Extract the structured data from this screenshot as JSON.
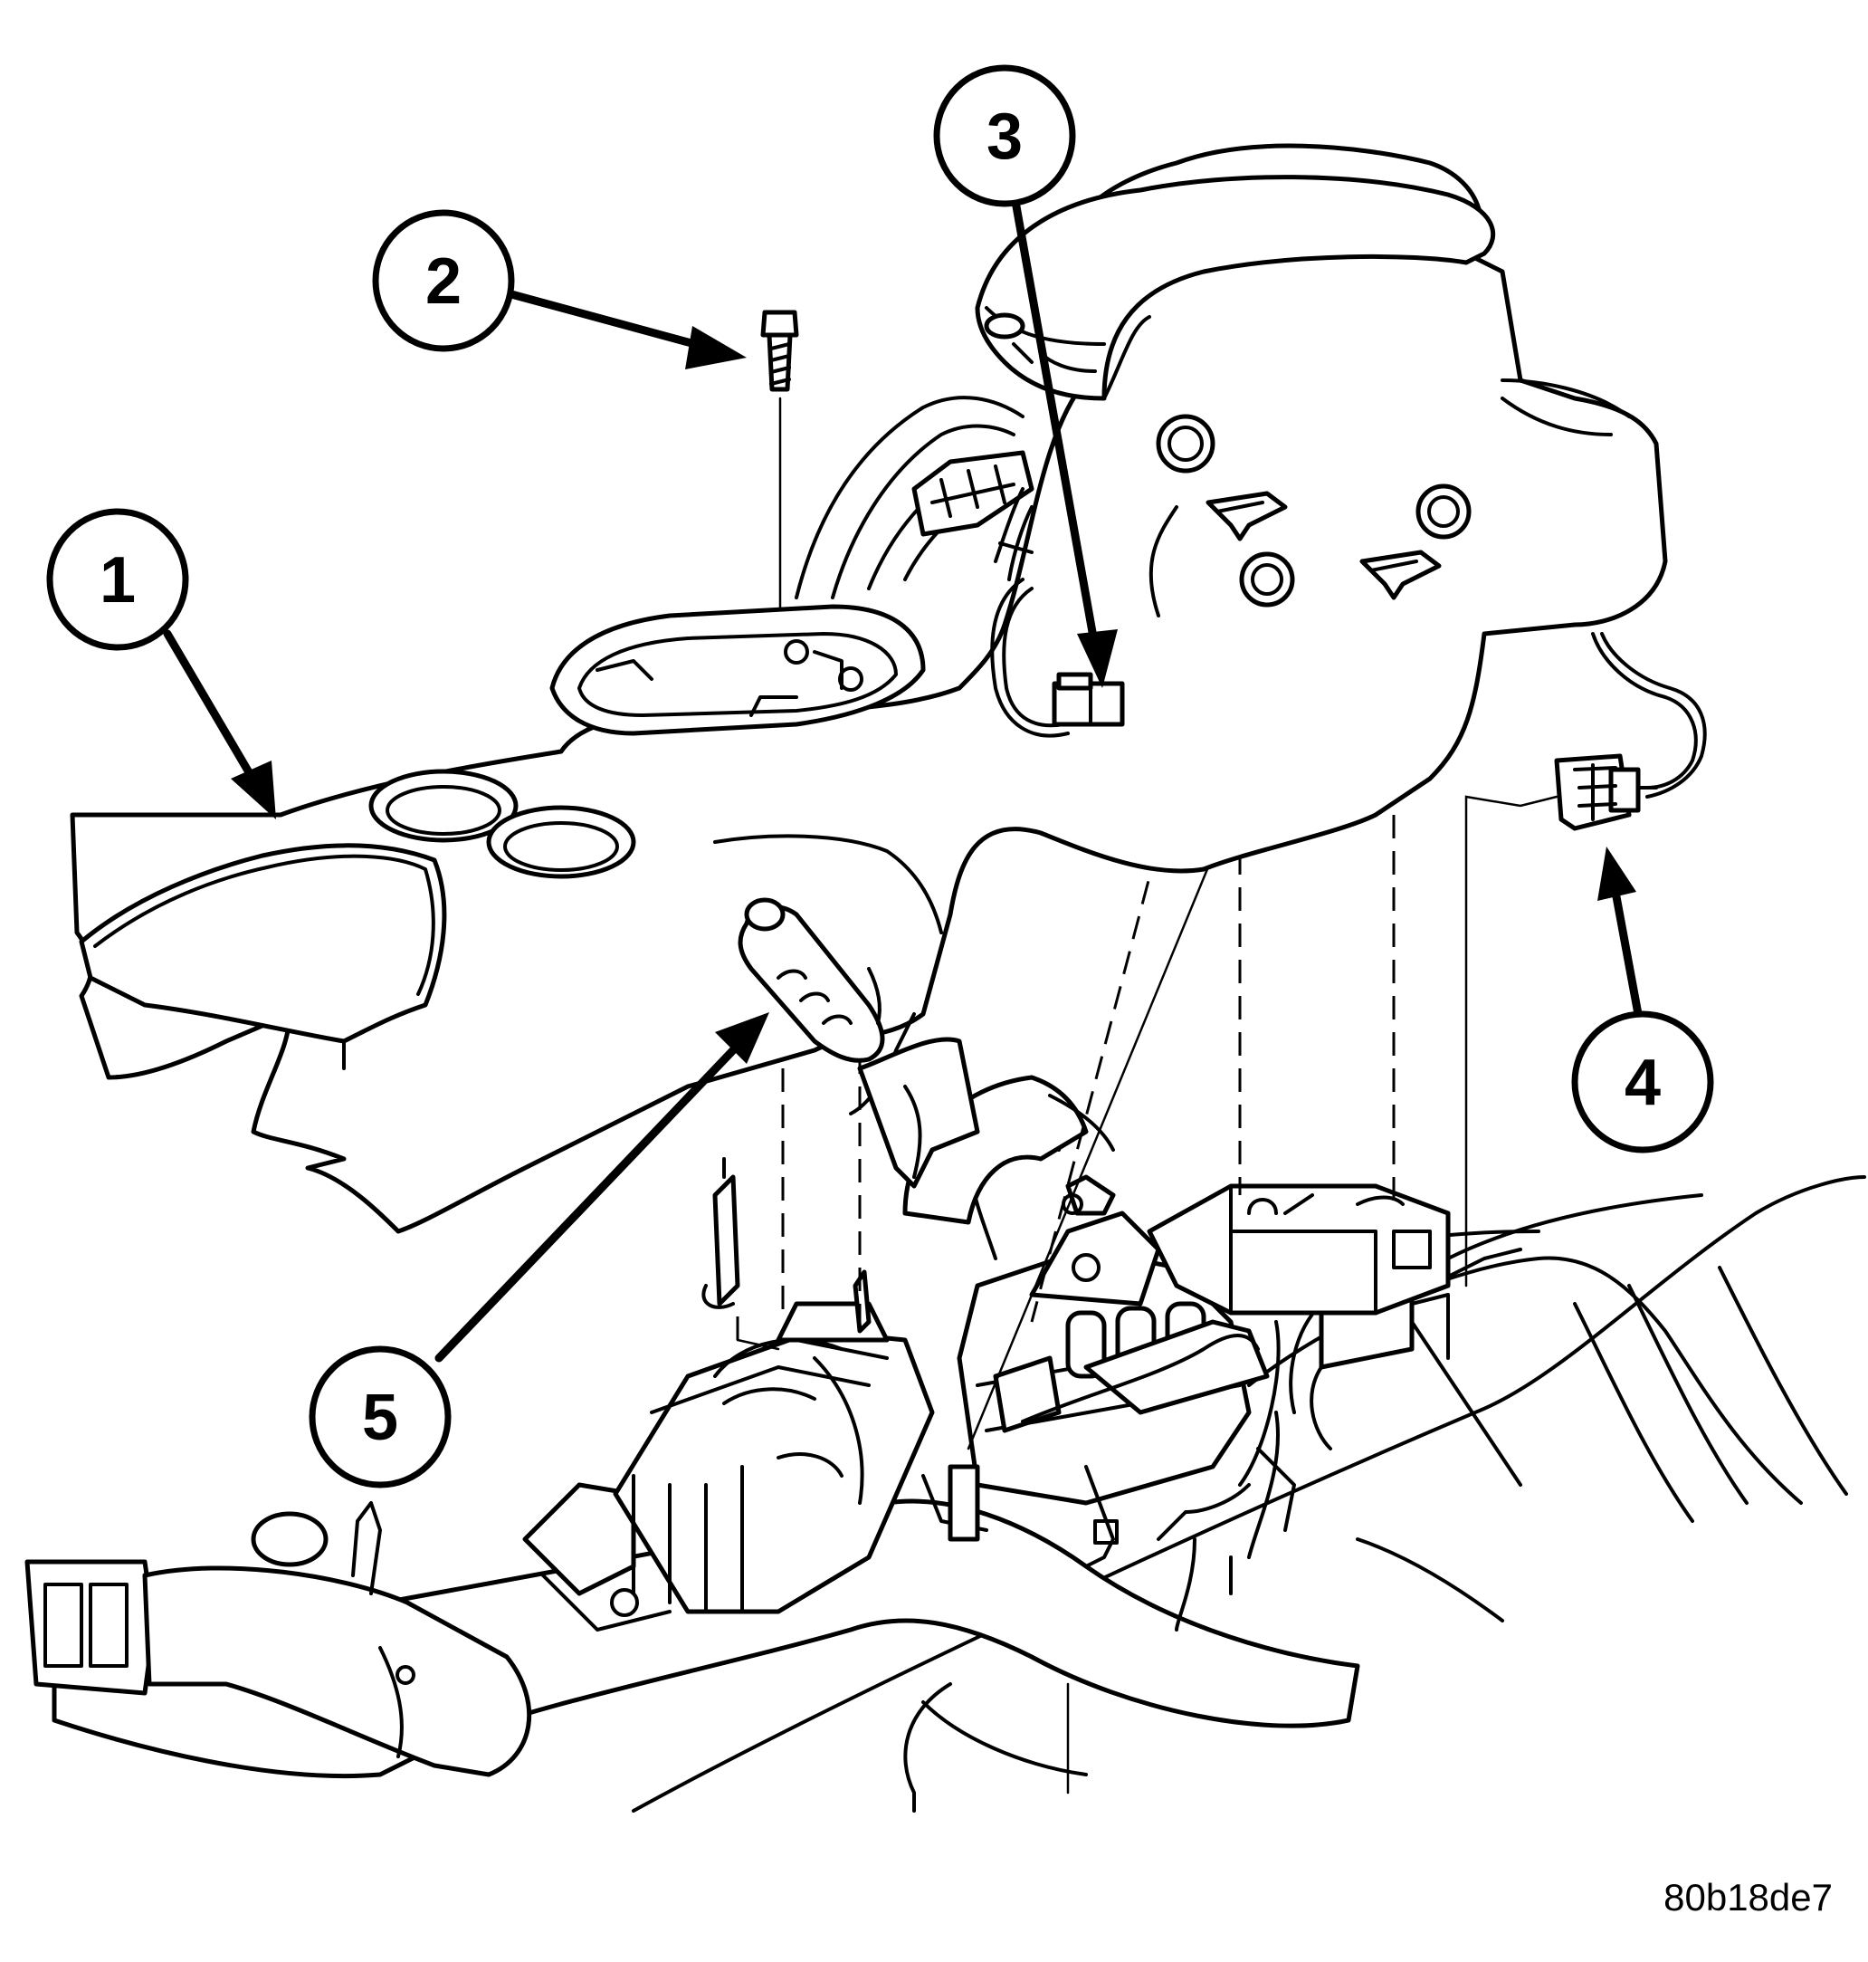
{
  "callouts": [
    {
      "number": "1"
    },
    {
      "number": "2"
    },
    {
      "number": "3"
    },
    {
      "number": "4"
    },
    {
      "number": "5"
    }
  ],
  "figure_code": "80b18de7",
  "colors": {
    "line": "#000000",
    "background": "#ffffff"
  }
}
